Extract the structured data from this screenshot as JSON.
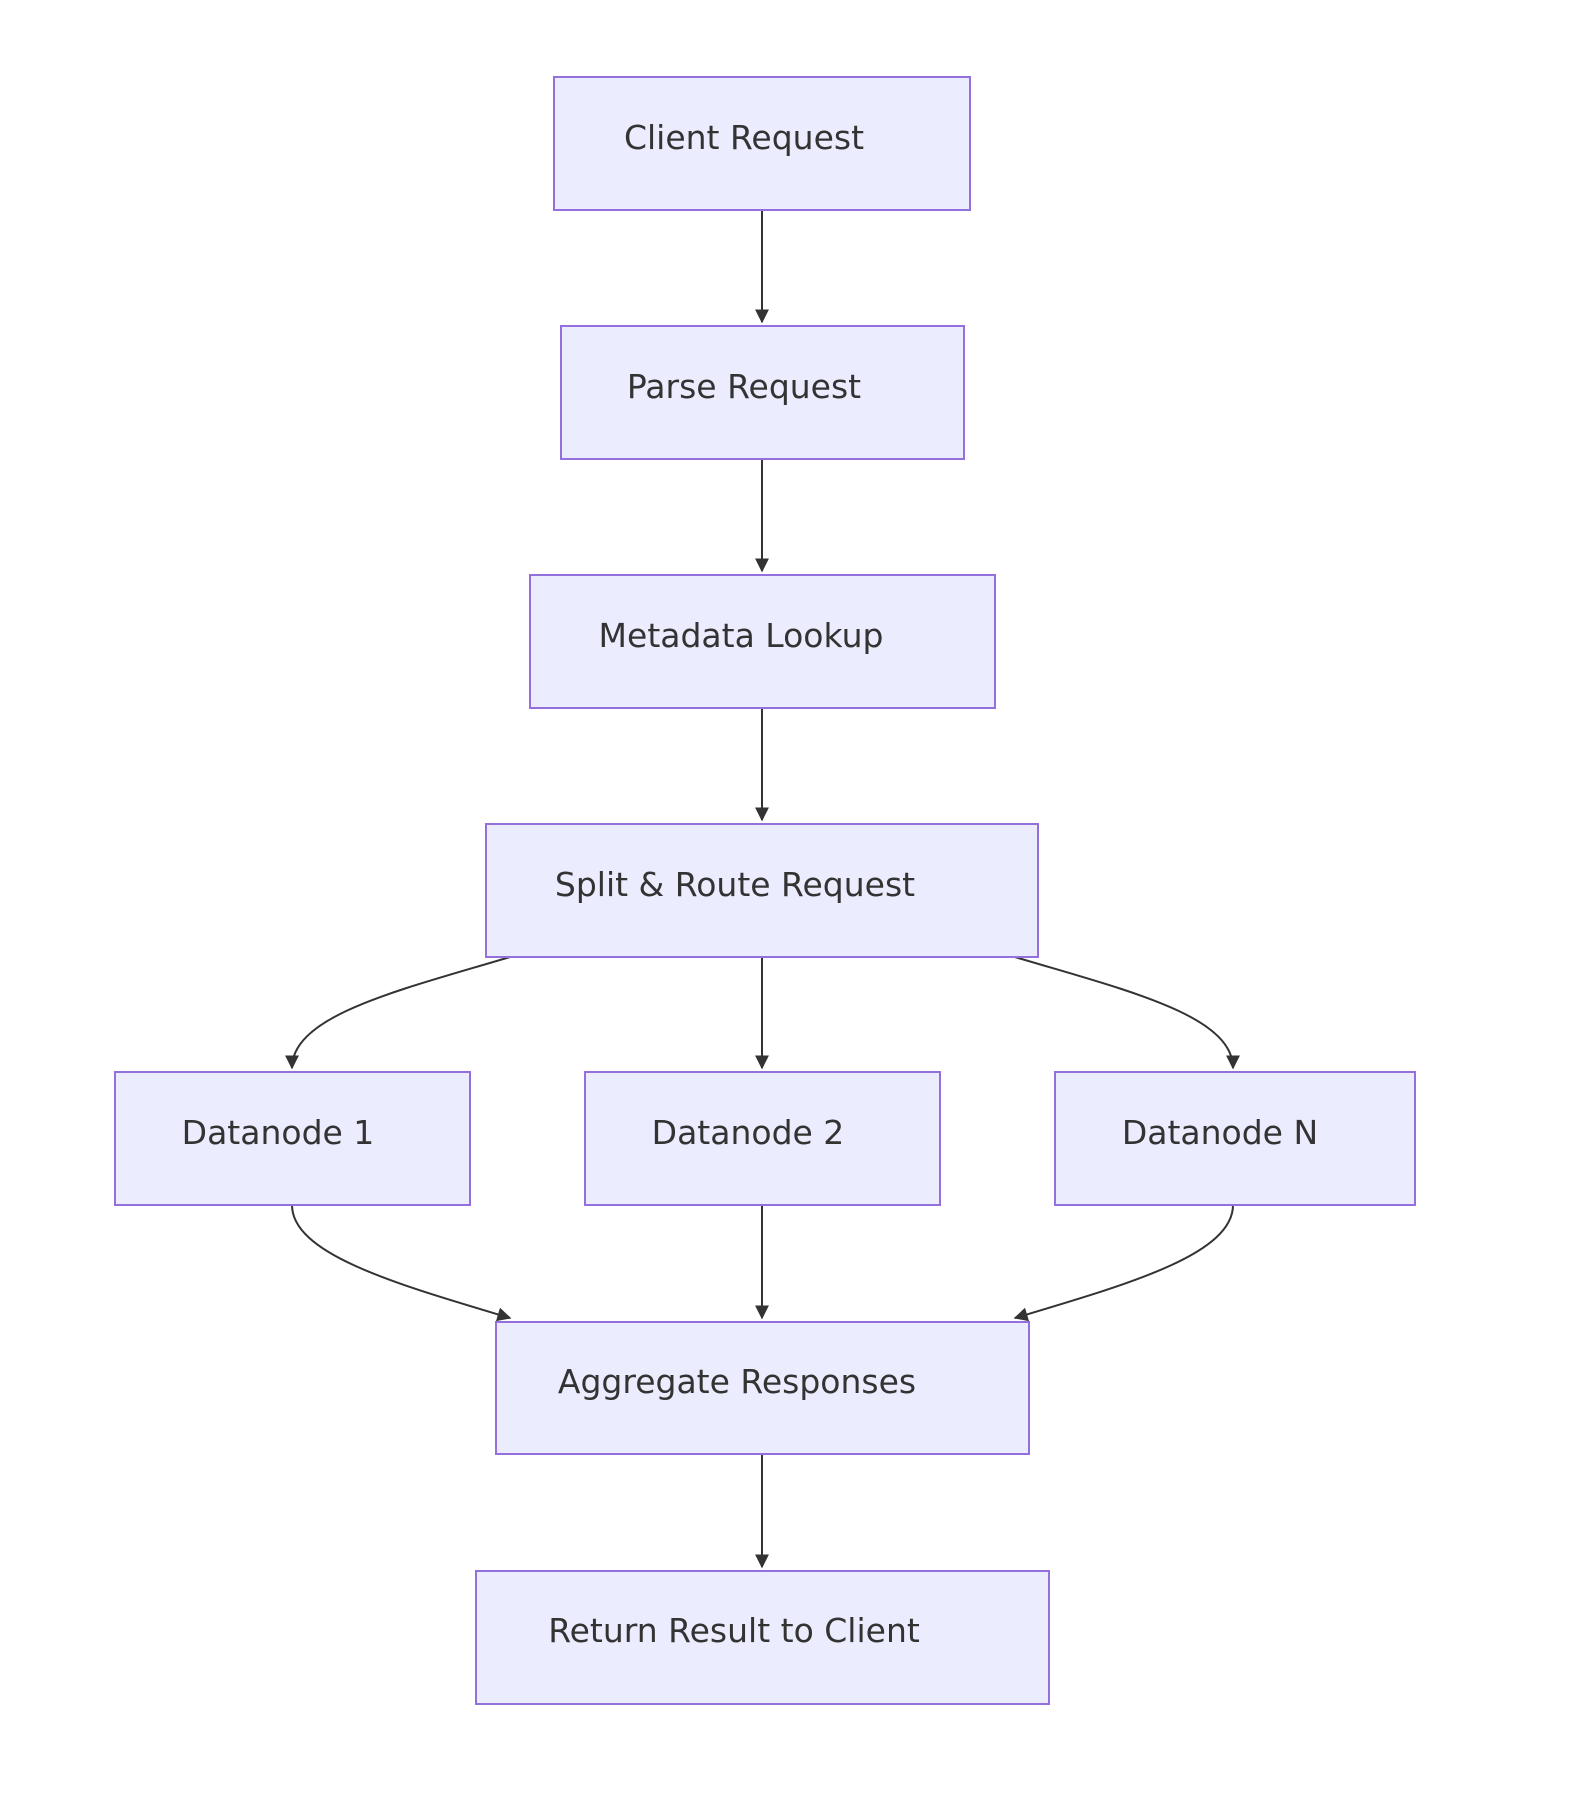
{
  "colors": {
    "node_fill": "#ECECFF",
    "node_stroke": "#9370DB",
    "edge": "#333333",
    "text": "#333333",
    "background": "#ffffff"
  },
  "nodes": [
    {
      "id": "client_request",
      "label": "Client Request"
    },
    {
      "id": "parse_request",
      "label": "Parse Request"
    },
    {
      "id": "metadata_lookup",
      "label": "Metadata Lookup"
    },
    {
      "id": "split_route",
      "label": "Split & Route Request"
    },
    {
      "id": "datanode_1",
      "label": "Datanode 1"
    },
    {
      "id": "datanode_2",
      "label": "Datanode 2"
    },
    {
      "id": "datanode_n",
      "label": "Datanode N"
    },
    {
      "id": "aggregate",
      "label": "Aggregate Responses"
    },
    {
      "id": "return_result",
      "label": "Return Result to Client"
    }
  ],
  "edges": [
    {
      "from": "client_request",
      "to": "parse_request"
    },
    {
      "from": "parse_request",
      "to": "metadata_lookup"
    },
    {
      "from": "metadata_lookup",
      "to": "split_route"
    },
    {
      "from": "split_route",
      "to": "datanode_1"
    },
    {
      "from": "split_route",
      "to": "datanode_2"
    },
    {
      "from": "split_route",
      "to": "datanode_n"
    },
    {
      "from": "datanode_1",
      "to": "aggregate"
    },
    {
      "from": "datanode_2",
      "to": "aggregate"
    },
    {
      "from": "datanode_n",
      "to": "aggregate"
    },
    {
      "from": "aggregate",
      "to": "return_result"
    }
  ]
}
